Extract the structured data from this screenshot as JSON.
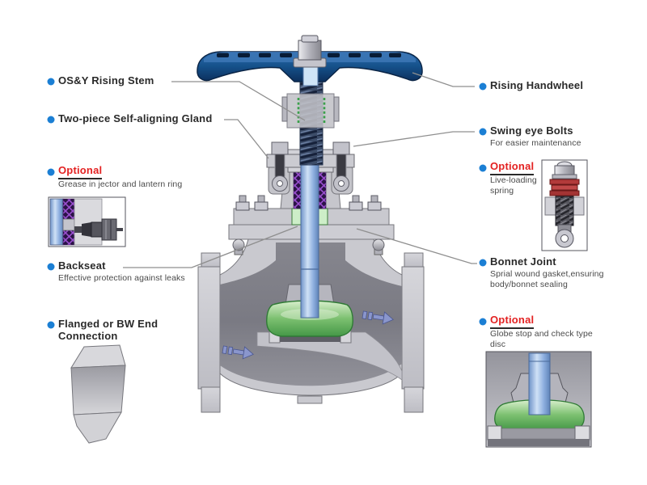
{
  "diagram_subject": "Globe valve cutaway",
  "colors": {
    "bullet_blue": "#1b7fd4",
    "optional_red": "#e32222",
    "handwheel_blue": "#155089",
    "stem_blue": "#a9c6e9",
    "disc_green": "#57a757",
    "packing_purple": "#7a3fa8",
    "spring_washer_red": "#b23a3a",
    "body_gray": "#c9c9cf",
    "leader_gray": "#8f8f8f"
  },
  "callouts": {
    "left": [
      {
        "label": "OS&Y Rising Stem",
        "desc": ""
      },
      {
        "label": "Two-piece Self-aligning Gland",
        "desc": ""
      },
      {
        "label": "Optional",
        "desc": "Grease in jector and lantern ring"
      },
      {
        "label": "Backseat",
        "desc": "Effective protection against leaks"
      },
      {
        "label": "Flanged or BW End Connection",
        "desc": ""
      }
    ],
    "right": [
      {
        "label": "Rising Handwheel",
        "desc": ""
      },
      {
        "label": "Swing eye Bolts",
        "desc": "For easier maintenance"
      },
      {
        "label": "Optional",
        "desc": "Live-loading spring"
      },
      {
        "label": "Bonnet Joint",
        "desc": "Sprial wound gasket,ensuring body/bonnet sealing"
      },
      {
        "label": "Optional",
        "desc": "Globe stop and check type disc"
      }
    ]
  }
}
